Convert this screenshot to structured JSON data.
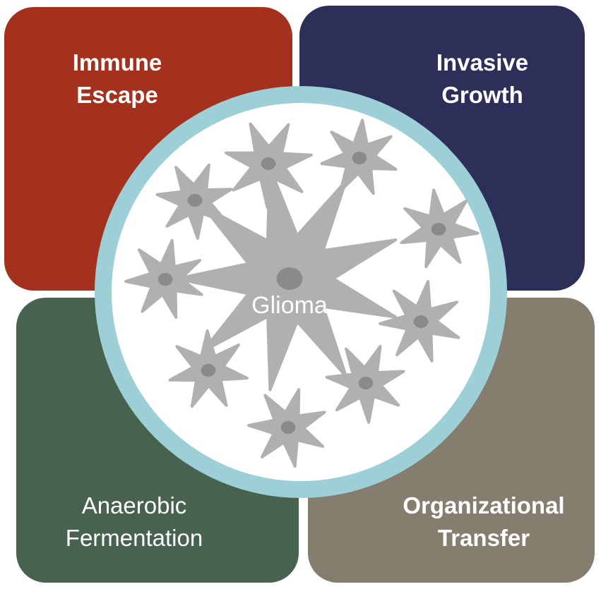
{
  "quadrants": [
    {
      "id": "immune",
      "lines": [
        "Immune",
        "Escape"
      ],
      "color": "#a4301e",
      "bold": true
    },
    {
      "id": "invasive",
      "lines": [
        "Invasive",
        "Growth"
      ],
      "color": "#2e2f59",
      "bold": true
    },
    {
      "id": "anaerobic",
      "lines": [
        "Anaerobic",
        "Fermentation"
      ],
      "color": "#476350",
      "bold": false
    },
    {
      "id": "org",
      "lines": [
        "Organizational",
        "Transfer"
      ],
      "color": "#857d6e",
      "bold": true
    }
  ],
  "center": {
    "label": "Glioma",
    "ring_color": "#9dd0d6",
    "fill_color": "#ffffff",
    "cell_color": "#b0b0b0",
    "nucleus_color": "#8a8a8a"
  }
}
